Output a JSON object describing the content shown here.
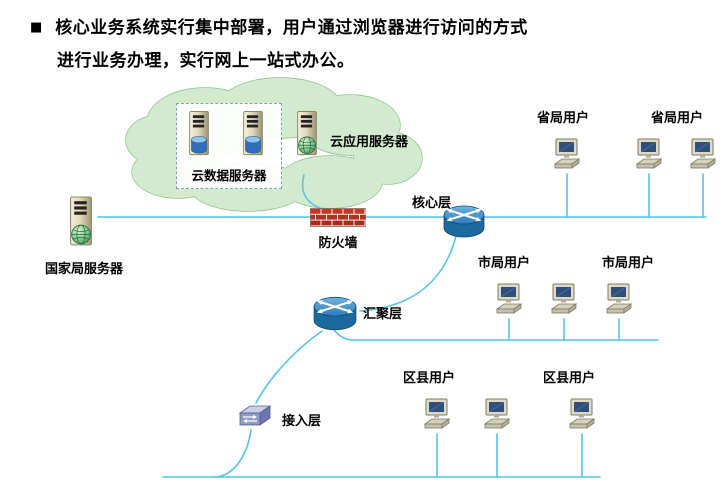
{
  "header": {
    "bullet": "■",
    "lines": [
      "核心业务系统实行集中部署，用户通过浏览器进行访问的方式",
      "进行业务办理，实行网上一站式办公。"
    ]
  },
  "labels": {
    "cloud_data_server": "云数据服务器",
    "cloud_app_server": "云应用服务器",
    "national_server": "国家局服务器",
    "firewall": "防火墙",
    "core_layer": "核心层",
    "aggregation_layer": "汇聚层",
    "access_layer": "接入层",
    "provincial_user_1": "省局用户",
    "provincial_user_2": "省局用户",
    "city_user_1": "市局用户",
    "city_user_2": "市局用户",
    "district_user_1": "区县用户",
    "district_user_2": "区县用户"
  },
  "colors": {
    "connection_line": "#55c3e6",
    "cloud_fill": "#d2ebcf",
    "cloud_stroke": "#8cc48c",
    "brick_red": "#b5311f",
    "router_blue": "#2a7ab8"
  }
}
